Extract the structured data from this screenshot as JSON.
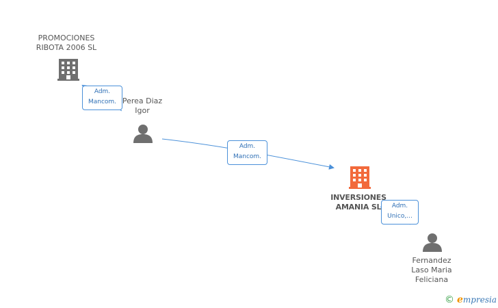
{
  "nodes": {
    "promociones": {
      "label": "PROMOCIONES\nRIBOTA 2006 SL",
      "type": "company",
      "color": "#6f6f6f"
    },
    "perea": {
      "label": "Perea Diaz\nIgor",
      "type": "person",
      "color": "#6f6f6f"
    },
    "inversiones": {
      "label": "INVERSIONES\nAMANIA SL",
      "type": "company",
      "color": "#f26a3c"
    },
    "fernandez": {
      "label": "Fernandez\nLaso Maria\nFeliciana",
      "type": "person",
      "color": "#6f6f6f"
    }
  },
  "edges": {
    "e1": {
      "label": "Adm.\nMancom."
    },
    "e2": {
      "label": "Adm.\nMancom."
    },
    "e3": {
      "label": "Adm.\nUnico,..."
    }
  },
  "colors": {
    "edge": "#4a90d9"
  },
  "icons": {
    "company": "building-icon",
    "person": "person-icon",
    "copyright": "copyright-icon"
  },
  "watermark": {
    "symbol": "©",
    "brand_initial": "e",
    "brand_rest": "mpresia"
  }
}
